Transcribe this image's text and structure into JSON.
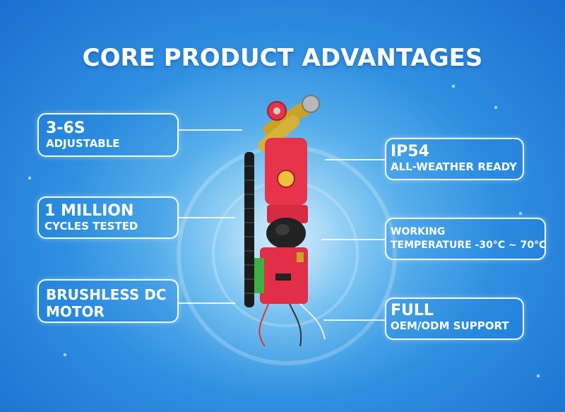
{
  "header": {
    "title": "CORE PRODUCT ADVANTAGES"
  },
  "features_left": [
    {
      "headline": "3-6S",
      "subline": "ADJUSTABLE"
    },
    {
      "headline": "1 MILLION",
      "subline": "CYCLES TESTED"
    },
    {
      "headline": "BRUSHLESS DC",
      "subline": "MOTOR"
    }
  ],
  "features_right": [
    {
      "headline": "IP54",
      "subline": "ALL-WEATHER READY"
    },
    {
      "headline": "WORKING",
      "subline": "TEMPERATURE -30°C ~ 70°C"
    },
    {
      "headline": "FULL",
      "subline": "OEM/ODM SUPPORT"
    }
  ],
  "colors": {
    "background": "#2f8fe0",
    "product_red": "#e8344b",
    "text": "#ffffff"
  }
}
